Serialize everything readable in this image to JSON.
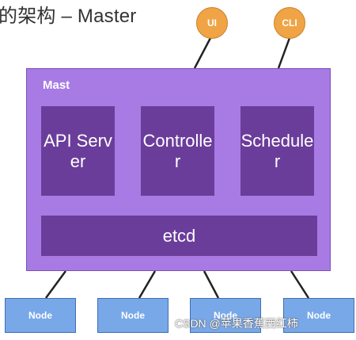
{
  "title": "的架构 – Master",
  "clients": [
    "UI",
    "CLI"
  ],
  "master": {
    "label": "Mast",
    "components": [
      "API Server",
      "Controller",
      "Scheduler"
    ],
    "store": "etcd"
  },
  "nodes": [
    "Node",
    "Node",
    "Node",
    "Node"
  ],
  "watermark": "CSDN @苹果香蕉西红柿",
  "colors": {
    "client_fill": "#f0a446",
    "master_fill": "#a87ae3",
    "component_fill": "#6b3d9b",
    "node_fill": "#79a8e8"
  }
}
